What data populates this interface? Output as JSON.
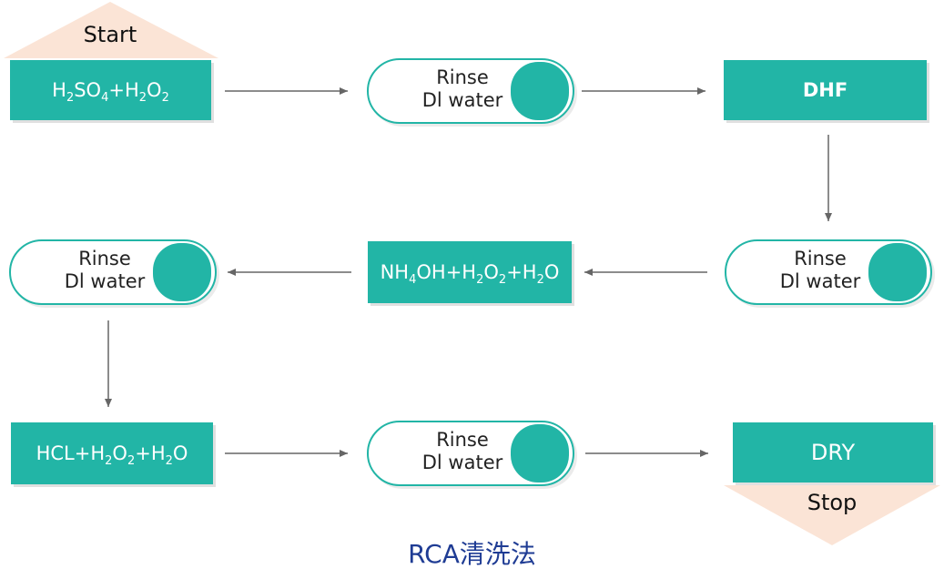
{
  "colors": {
    "teal": "#22b5a6",
    "peach": "#fbe4d6",
    "arrow": "#666666",
    "title": "#1f3c94"
  },
  "title": "RCA清洗法",
  "start_label": "Start",
  "stop_label": "Stop",
  "steps": {
    "h2so4": {
      "parts": [
        "H",
        "2",
        "SO",
        "4",
        "+H",
        "2",
        "O",
        "2"
      ]
    },
    "rinse1": {
      "line1": "Rinse",
      "line2": "Dl water"
    },
    "dhf": {
      "label": "DHF"
    },
    "rinse2": {
      "line1": "Rinse",
      "line2": "Dl water"
    },
    "nh4oh": {
      "parts": [
        "NH",
        "4",
        "OH+H",
        "2",
        "O",
        "2",
        "+H",
        "2",
        "O"
      ]
    },
    "rinse3": {
      "line1": "Rinse",
      "line2": "Dl water"
    },
    "hcl": {
      "parts": [
        "HCL+H",
        "2",
        "O",
        "2",
        "+H",
        "2",
        "O"
      ]
    },
    "rinse4": {
      "line1": "Rinse",
      "line2": "Dl water"
    },
    "dry": {
      "label": "DRY"
    }
  }
}
